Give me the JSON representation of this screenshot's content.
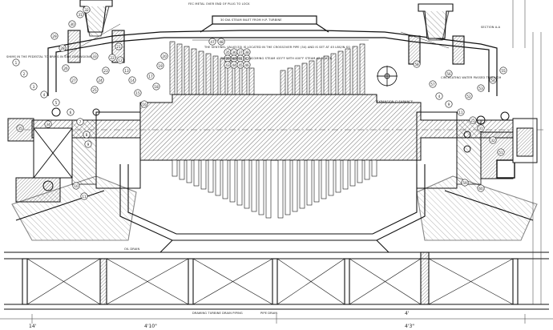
{
  "drawing": {
    "note_top": "FEC METAL OVER END OF PLUG TO LOCK",
    "steam_inlet": "30 DIA STEAM INLET FROM H.P. TURBINE",
    "sentinel_valve": "THE SENTINEL VALVE(33) IS LOCATED IN THE CROSSOVER PIPE (34) AND IS SET AT 45 LBS/IN.SQ",
    "temperature_note": "TEMPERATURE OF INCOMING STEAM 433°F WITH 400°F STEAM AT BOILER",
    "shims_note": "SHIMS IN THE PEDESTAL TO BRING IN SIDE DIMENSIONS",
    "clearance_note": "EXPANSION CLEARANCE",
    "oil_drain": "OIL DRAIN",
    "cooling_note": "CIRCULATING WATER PASSED THROUGH",
    "bottom_note": "DRAWING TURBINE DRAIN PIPING",
    "pipe_drain": "PIPE DRAIN",
    "dimension_left": "14'",
    "dimension_center": "4'10\"",
    "dimension_bottom": "4'3\"",
    "dimension_right": "4'",
    "section_label": "SECTION A-A",
    "callouts_left": [
      "1",
      "2",
      "3",
      "4",
      "5",
      "6",
      "7",
      "8",
      "9",
      "10",
      "11",
      "12",
      "13",
      "14",
      "15",
      "16",
      "17",
      "18",
      "19",
      "20",
      "21",
      "22",
      "23",
      "24",
      "25",
      "26",
      "27",
      "28",
      "29",
      "30",
      "31",
      "32",
      "33",
      "34",
      "35"
    ],
    "callouts_top": [
      "35",
      "36",
      "37",
      "38",
      "39",
      "40",
      "41",
      "42",
      "43",
      "44",
      "45",
      "46",
      "47",
      "48"
    ],
    "callouts_right": [
      "4",
      "9",
      "11",
      "25",
      "31",
      "32",
      "51",
      "52",
      "53",
      "54",
      "55",
      "56",
      "57",
      "58",
      "59",
      "60"
    ]
  }
}
